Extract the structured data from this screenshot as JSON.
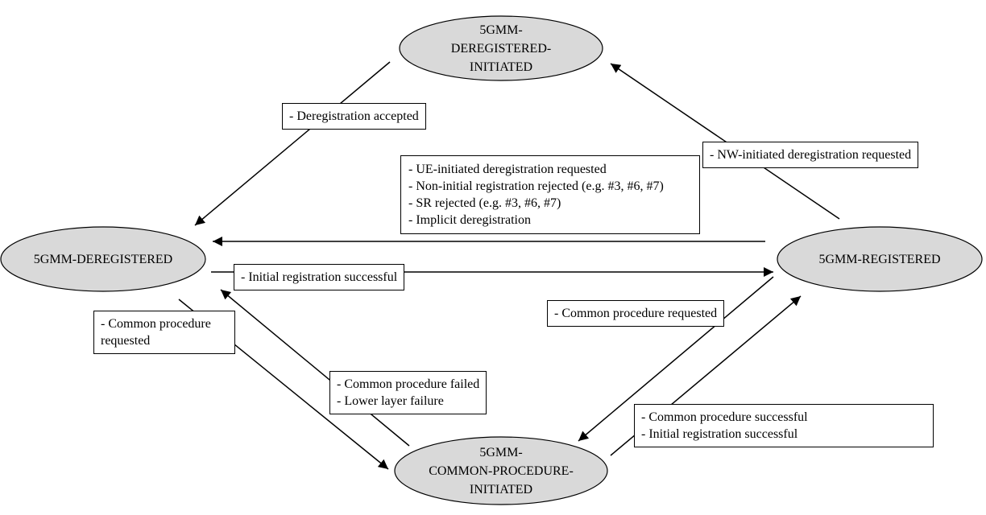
{
  "states": {
    "deregistered_initiated": "5GMM-\nDEREGISTERED-\nINITIATED",
    "deregistered": "5GMM-DEREGISTERED",
    "registered": "5GMM-REGISTERED",
    "common_procedure_initiated": "5GMM-\nCOMMON-PROCEDURE-\nINITIATED"
  },
  "labels": {
    "dereg_accepted": [
      "- Deregistration accepted"
    ],
    "nw_initiated": [
      "- NW-initiated deregistration requested"
    ],
    "reg_to_dereg": [
      "- UE-initiated deregistration requested",
      "- Non-initial registration rejected (e.g. #3, #6, #7)",
      "- SR rejected (e.g. #3, #6, #7)",
      "- Implicit deregistration"
    ],
    "initial_reg": [
      "- Initial registration successful"
    ],
    "common_req_left": [
      "- Common procedure requested"
    ],
    "common_req_right": [
      "- Common procedure requested"
    ],
    "common_failed": [
      "- Common procedure failed",
      "- Lower layer failure"
    ],
    "common_success": [
      "- Common procedure successful",
      "- Initial registration successful"
    ]
  },
  "colors": {
    "state_fill": "#d9d9d9",
    "stroke": "#000000"
  }
}
